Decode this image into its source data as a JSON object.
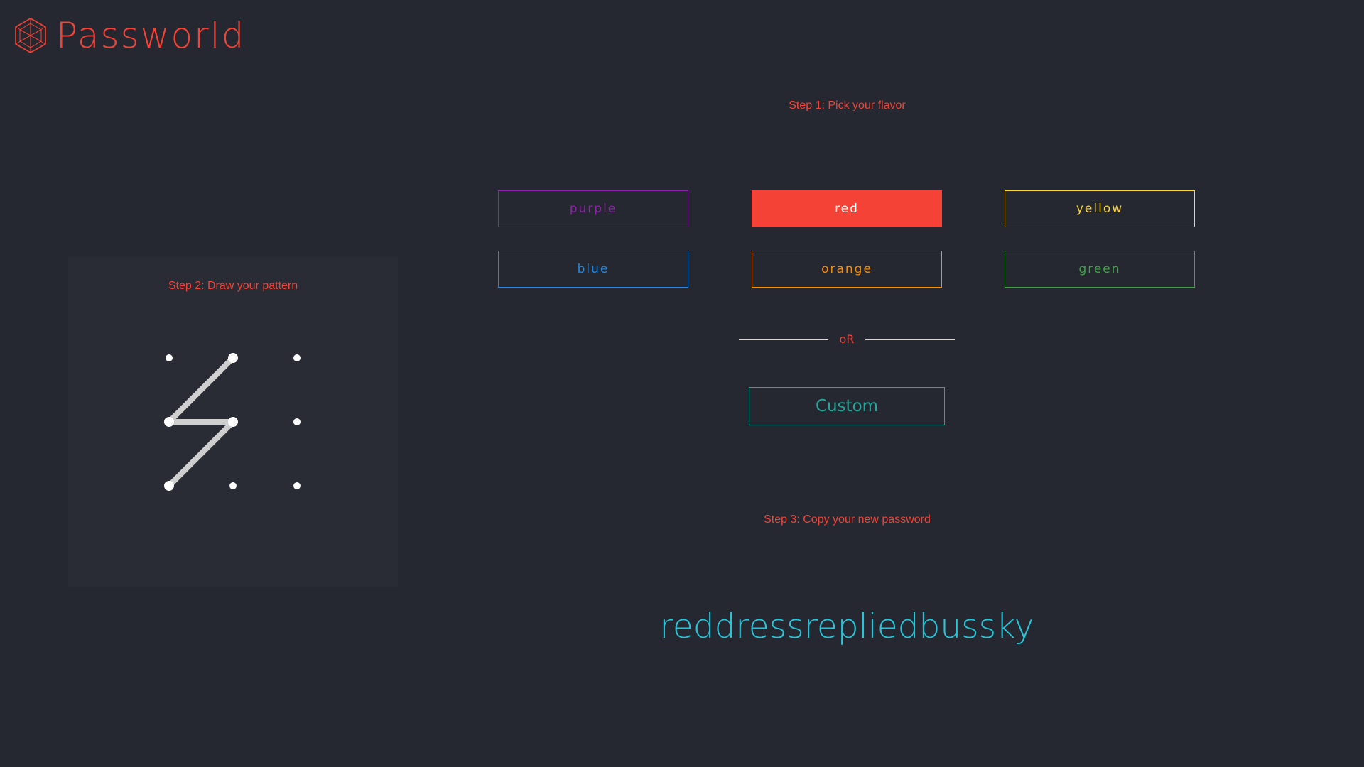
{
  "app": {
    "title": "Passworld",
    "logo_icon": "hexagon-logo-icon",
    "accent_color": "#f44336"
  },
  "step1": {
    "label": "Step 1: Pick your flavor",
    "flavors": [
      {
        "label": "purple",
        "color": "#8e24aa",
        "selected": false
      },
      {
        "label": "red",
        "color": "#f44336",
        "selected": true
      },
      {
        "label": "yellow",
        "color": "#fdd835",
        "selected": false
      },
      {
        "label": "blue",
        "color": "#1e88e5",
        "selected": false
      },
      {
        "label": "orange",
        "color": "#fb8c00",
        "selected": false
      },
      {
        "label": "green",
        "color": "#43a047",
        "selected": false
      }
    ],
    "divider_text": "oR",
    "custom_label": "Custom",
    "custom_color": "#26a69a"
  },
  "step2": {
    "label": "Step 2: Draw your pattern",
    "grid": "3x3",
    "pattern_path": [
      [
        1,
        0
      ],
      [
        0,
        1
      ],
      [
        1,
        1
      ],
      [
        0,
        2
      ]
    ],
    "line_color": "#cfcfcf",
    "dot_color": "#ffffff"
  },
  "step3": {
    "label": "Step 3: Copy your new password",
    "password": "reddressrepliedbussky",
    "password_color": "#26c6da"
  }
}
